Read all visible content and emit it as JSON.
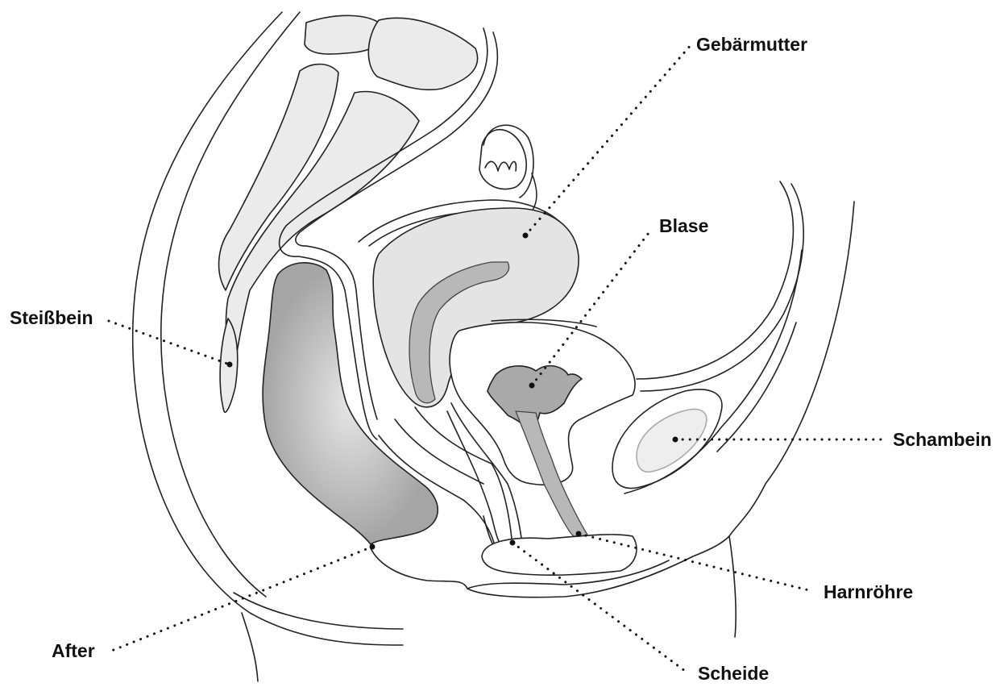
{
  "labels": {
    "gebaermutter": "Gebärmutter",
    "blase": "Blase",
    "steissbein": "Steißbein",
    "schambein": "Schambein",
    "harnroehre": "Harnröhre",
    "after": "After",
    "scheide": "Scheide"
  }
}
